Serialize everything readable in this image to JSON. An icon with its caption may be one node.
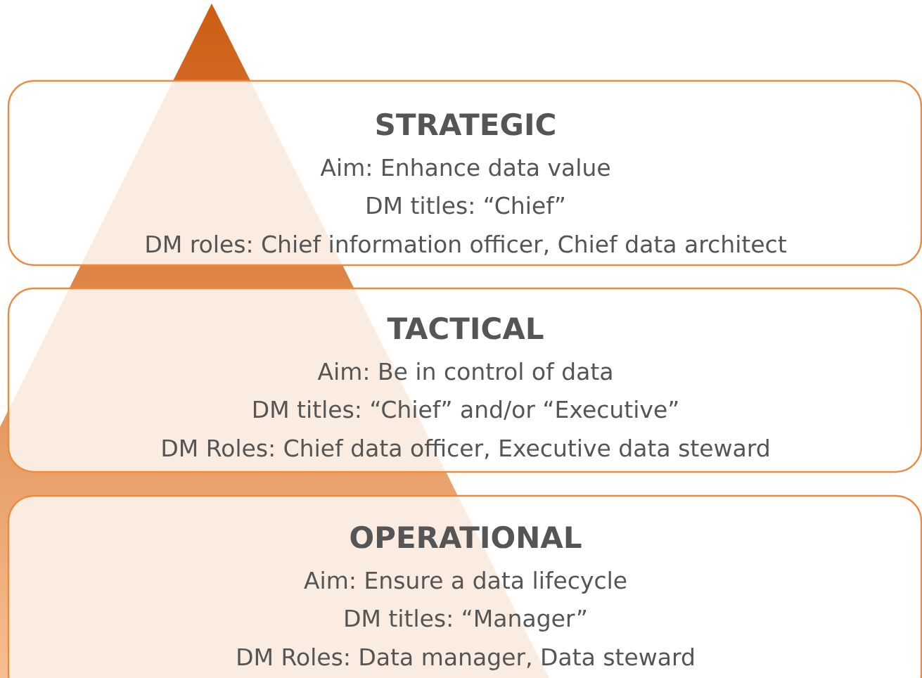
{
  "diagram": {
    "nodes": [
      {
        "text": [
          "STRATEGIC",
          "Aim: Enhance data value",
          "DM titles: “Chief”",
          "DM roles: Chief information officer, Chief data architect"
        ]
      },
      {
        "text": [
          "TACTICAL",
          "Aim: Be in control of data",
          "DM titles: “Chief” and/or “Executive”",
          "DM Roles: Chief data officer, Executive data steward"
        ]
      },
      {
        "text": [
          "OPERATIONAL",
          "Aim: Ensure a data lifecycle",
          "DM titles: “Manager”",
          "DM Roles: Data manager, Data steward"
        ]
      }
    ]
  }
}
